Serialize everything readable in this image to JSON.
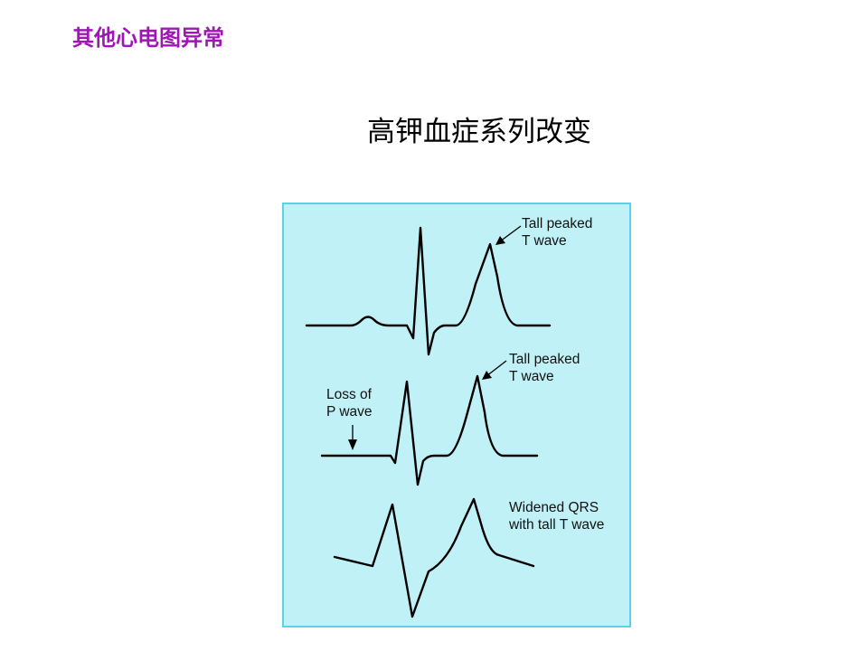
{
  "header": {
    "section_title": "其他心电图异常"
  },
  "slide": {
    "title": "高钾血症系列改变"
  },
  "figure": {
    "background": "#bff1f7",
    "border": "#5ed0e8",
    "annotations": {
      "trace1_t_wave": [
        "Tall peaked",
        "T wave"
      ],
      "trace2_t_wave": [
        "Tall peaked",
        "T wave"
      ],
      "trace2_p_wave": [
        "Loss of",
        "P wave"
      ],
      "trace3_qrs": [
        "Widened QRS",
        "with tall T wave"
      ]
    }
  }
}
